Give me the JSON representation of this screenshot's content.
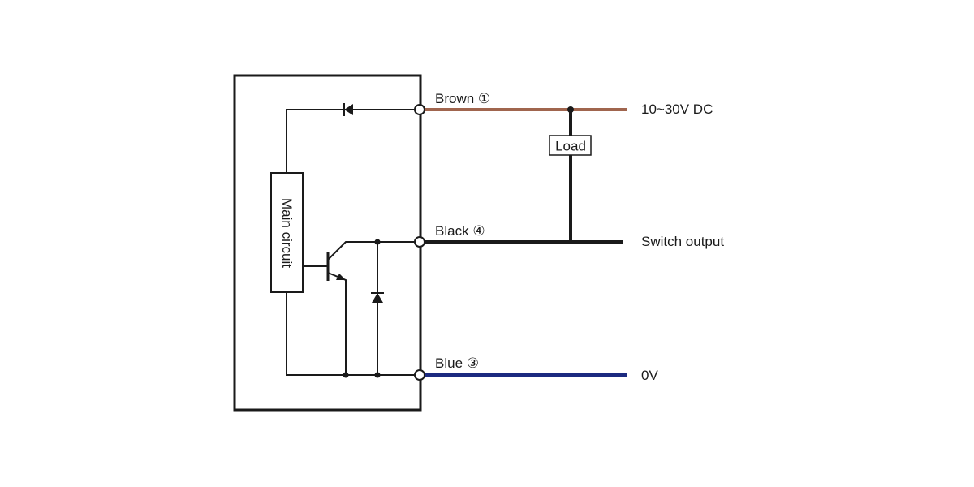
{
  "wires": [
    {
      "name": "Brown",
      "pin": "①",
      "target": "10~30V DC",
      "color": "#a0654e"
    },
    {
      "name": "Black",
      "pin": "④",
      "target": "Switch output",
      "color": "#1a1a1a"
    },
    {
      "name": "Blue",
      "pin": "③",
      "target": "0V",
      "color": "#1c2a80"
    }
  ],
  "blocks": {
    "main_circuit": "Main circuit",
    "load": "Load"
  },
  "symbols": {
    "top_diode": "diode",
    "output_transistor": "npn-transistor",
    "clamp_diode": "diode"
  }
}
